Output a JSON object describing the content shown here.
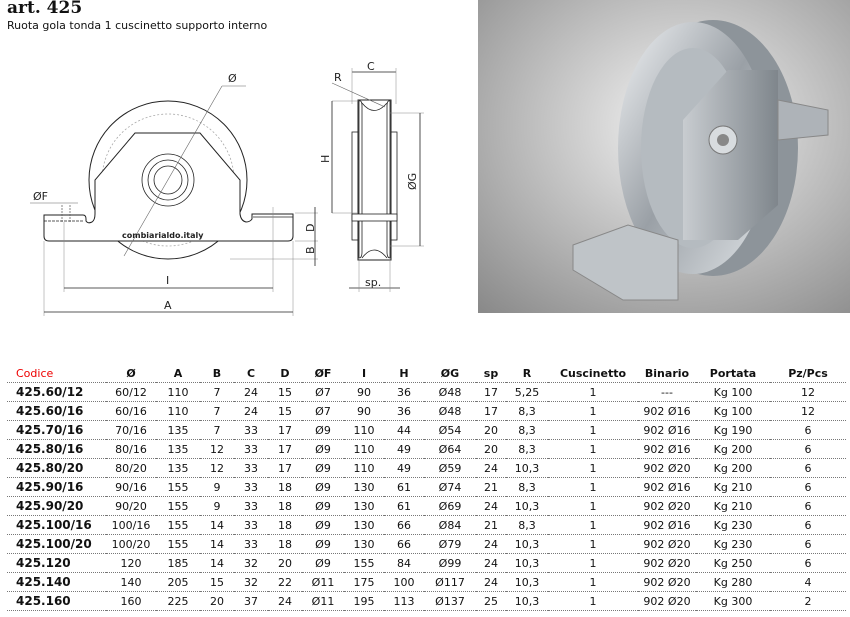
{
  "header": {
    "title": "art. 425",
    "subtitle": "Ruota gola tonda 1 cuscinetto supporto interno"
  },
  "drawing": {
    "labels": {
      "diameter": "Ø",
      "f": "ØF",
      "i": "I",
      "a": "A",
      "d": "D",
      "b": "B",
      "c": "C",
      "r": "R",
      "h": "H",
      "g": "ØG",
      "sp": "sp."
    },
    "logo_text": "combiarialdo.italy"
  },
  "table": {
    "headers": [
      "Codice",
      "Ø",
      "A",
      "B",
      "C",
      "D",
      "ØF",
      "I",
      "H",
      "ØG",
      "sp",
      "R",
      "Cuscinetto",
      "Binario",
      "Portata",
      "Pz/Pcs"
    ],
    "rows": [
      [
        "425.60/12",
        "60/12",
        "110",
        "7",
        "24",
        "15",
        "Ø7",
        "90",
        "36",
        "Ø48",
        "17",
        "5,25",
        "1",
        "---",
        "Kg 100",
        "12"
      ],
      [
        "425.60/16",
        "60/16",
        "110",
        "7",
        "24",
        "15",
        "Ø7",
        "90",
        "36",
        "Ø48",
        "17",
        "8,3",
        "1",
        "902 Ø16",
        "Kg 100",
        "12"
      ],
      [
        "425.70/16",
        "70/16",
        "135",
        "7",
        "33",
        "17",
        "Ø9",
        "110",
        "44",
        "Ø54",
        "20",
        "8,3",
        "1",
        "902 Ø16",
        "Kg 190",
        "6"
      ],
      [
        "425.80/16",
        "80/16",
        "135",
        "12",
        "33",
        "17",
        "Ø9",
        "110",
        "49",
        "Ø64",
        "20",
        "8,3",
        "1",
        "902 Ø16",
        "Kg 200",
        "6"
      ],
      [
        "425.80/20",
        "80/20",
        "135",
        "12",
        "33",
        "17",
        "Ø9",
        "110",
        "49",
        "Ø59",
        "24",
        "10,3",
        "1",
        "902 Ø20",
        "Kg 200",
        "6"
      ],
      [
        "425.90/16",
        "90/16",
        "155",
        "9",
        "33",
        "18",
        "Ø9",
        "130",
        "61",
        "Ø74",
        "21",
        "8,3",
        "1",
        "902 Ø16",
        "Kg 210",
        "6"
      ],
      [
        "425.90/20",
        "90/20",
        "155",
        "9",
        "33",
        "18",
        "Ø9",
        "130",
        "61",
        "Ø69",
        "24",
        "10,3",
        "1",
        "902 Ø20",
        "Kg 210",
        "6"
      ],
      [
        "425.100/16",
        "100/16",
        "155",
        "14",
        "33",
        "18",
        "Ø9",
        "130",
        "66",
        "Ø84",
        "21",
        "8,3",
        "1",
        "902 Ø16",
        "Kg 230",
        "6"
      ],
      [
        "425.100/20",
        "100/20",
        "155",
        "14",
        "33",
        "18",
        "Ø9",
        "130",
        "66",
        "Ø79",
        "24",
        "10,3",
        "1",
        "902 Ø20",
        "Kg 230",
        "6"
      ],
      [
        "425.120",
        "120",
        "185",
        "14",
        "32",
        "20",
        "Ø9",
        "155",
        "84",
        "Ø99",
        "24",
        "10,3",
        "1",
        "902 Ø20",
        "Kg 250",
        "6"
      ],
      [
        "425.140",
        "140",
        "205",
        "15",
        "32",
        "22",
        "Ø11",
        "175",
        "100",
        "Ø117",
        "24",
        "10,3",
        "1",
        "902 Ø20",
        "Kg 280",
        "4"
      ],
      [
        "425.160",
        "160",
        "225",
        "20",
        "37",
        "24",
        "Ø11",
        "195",
        "113",
        "Ø137",
        "25",
        "10,3",
        "1",
        "902 Ø20",
        "Kg 300",
        "2"
      ]
    ]
  }
}
